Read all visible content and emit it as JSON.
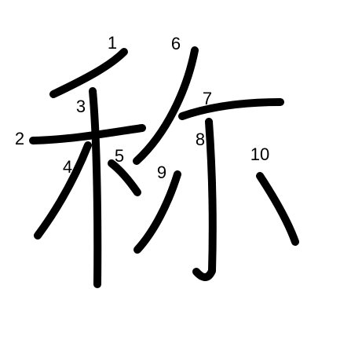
{
  "character": "称",
  "stroke_numbers": [
    "1",
    "2",
    "3",
    "4",
    "5",
    "6",
    "7",
    "8",
    "9",
    "10"
  ]
}
